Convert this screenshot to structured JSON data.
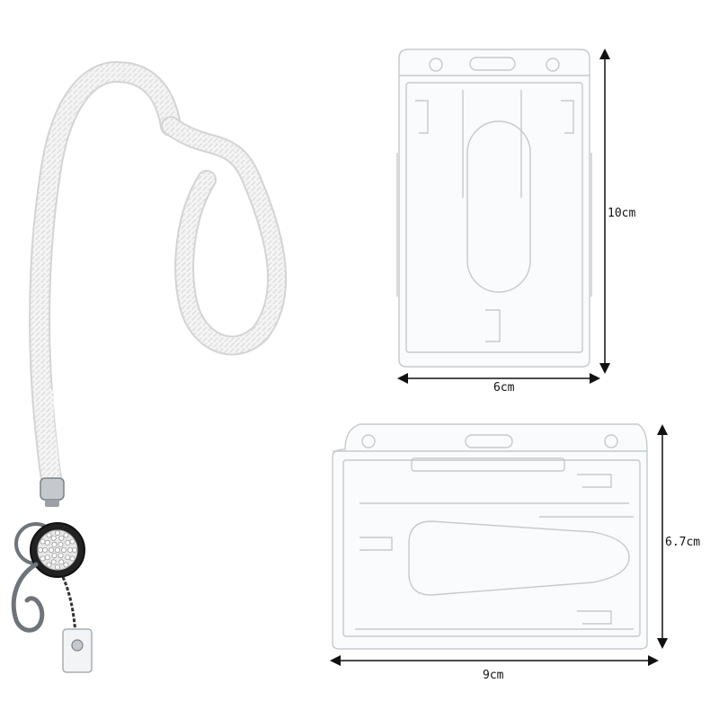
{
  "product": {
    "lanyard": {
      "name": "rhinestone-mesh-lanyard",
      "color": "#f2f2f2"
    },
    "vertical_holder": {
      "height_label": "10cm",
      "width_label": "6cm"
    },
    "horizontal_holder": {
      "height_label": "6.7cm",
      "width_label": "9cm"
    }
  },
  "colors": {
    "arrow": "#111111",
    "plastic_edge": "#c9ccd0",
    "reel": "#2a2a2a",
    "metal": "#b8bcc2"
  }
}
